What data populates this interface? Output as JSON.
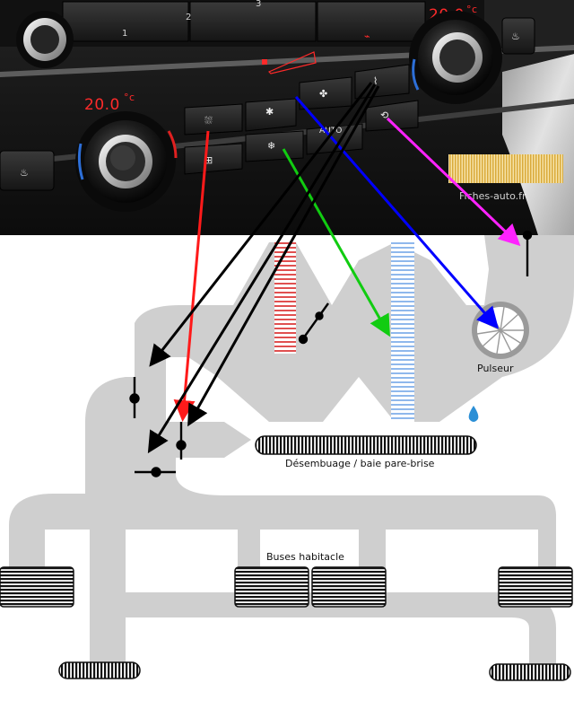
{
  "panel": {
    "preset_buttons": [
      "1",
      "2",
      "3"
    ],
    "left_temp": "20.0",
    "right_temp": "20.0",
    "temp_unit": "°c",
    "auto_label": "AUTO",
    "icons": [
      "rear-defrost-icon",
      "max-defrost-icon",
      "seat-heater-icon",
      "fan-icon",
      "ac-snowflake-icon",
      "recirculation-icon",
      "air-distribution-icon",
      "fan-bar-indicator-icon",
      "heated-seat-indicator-icon"
    ]
  },
  "diagram": {
    "labels": {
      "pulseur": "Pulseur",
      "desembuage": "Désembuage / baie pare-brise",
      "buses": "Buses habitacle"
    },
    "watermark": "Fiches-auto.fr",
    "colors": {
      "duct": "#cfcfcf",
      "heater_core": "#e05050",
      "evaporator": "#8fb8ec",
      "filter": "#e8c060",
      "water_drop": "#2b8fd6",
      "arrow_defrost": "#ff1a1a",
      "arrow_ac": "#11cc11",
      "arrow_fan": "#0000ff",
      "arrow_recirc": "#ff22ff",
      "arrow_distribution": "#000000",
      "lcd": "#ff2a2a"
    }
  }
}
